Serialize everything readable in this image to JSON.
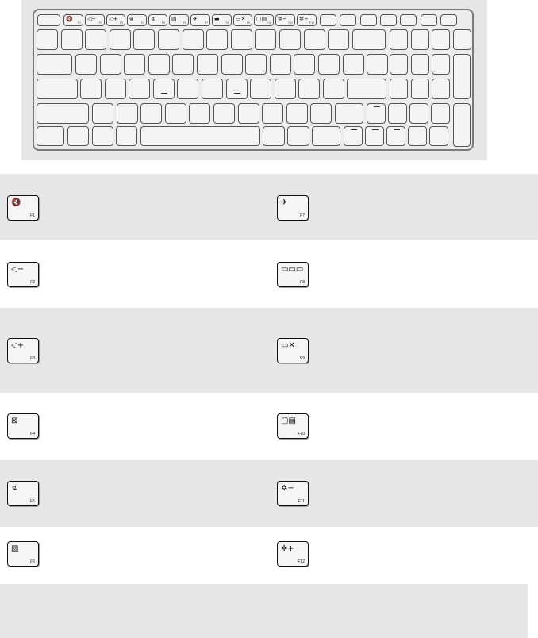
{
  "keyboard": {
    "function_row": [
      {
        "glyph": "",
        "label": ""
      },
      {
        "glyph": "🔇",
        "label": "F1"
      },
      {
        "glyph": "◁−",
        "label": "F2"
      },
      {
        "glyph": "◁+",
        "label": "F3"
      },
      {
        "glyph": "⊗",
        "label": "F4"
      },
      {
        "glyph": "↯",
        "label": "F5"
      },
      {
        "glyph": "▧",
        "label": "F6"
      },
      {
        "glyph": "✈",
        "label": "F7"
      },
      {
        "glyph": "▬",
        "label": "F8"
      },
      {
        "glyph": "▭✕",
        "label": "F9"
      },
      {
        "glyph": "▢▤",
        "label": "F10"
      },
      {
        "glyph": "✲−",
        "label": "F11"
      },
      {
        "glyph": "✲+",
        "label": "F12"
      }
    ]
  },
  "function_keys": {
    "left": [
      {
        "glyph": "🔇",
        "label": "F1"
      },
      {
        "glyph": "◁−",
        "label": "F2"
      },
      {
        "glyph": "◁+",
        "label": "F3"
      },
      {
        "glyph": "⊠",
        "label": "F4"
      },
      {
        "glyph": "↯",
        "label": "F5"
      },
      {
        "glyph": "▧",
        "label": "F6"
      }
    ],
    "right": [
      {
        "glyph": "✈",
        "label": "F7"
      },
      {
        "glyph": "▭▭▭",
        "label": "F8"
      },
      {
        "glyph": "▭✕",
        "label": "F9"
      },
      {
        "glyph": "▢▤",
        "label": "F10"
      },
      {
        "glyph": "✲−",
        "label": "F11"
      },
      {
        "glyph": "✲+",
        "label": "F12"
      }
    ]
  },
  "colors": {
    "shade": "#e6e6e6",
    "key_border": "#111111"
  }
}
